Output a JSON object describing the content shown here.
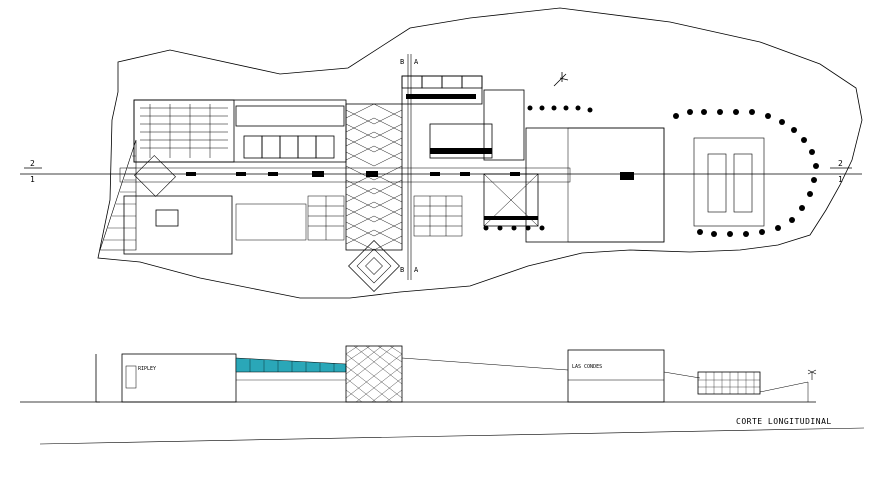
{
  "plan": {
    "section_marker_left_top": "2",
    "section_marker_left_bottom": "1",
    "section_marker_right_top": "2",
    "section_marker_right_bottom": "1",
    "cut_top_b": "B",
    "cut_top_a": "A",
    "cut_bottom_b": "B",
    "cut_bottom_a": "A"
  },
  "section": {
    "title": "CORTE LONGITUDINAL",
    "building_left_label": "RIPLEY",
    "building_right_label": "LAS CONDES"
  },
  "colors": {
    "line": "#000000",
    "glass": "#2aa7b8",
    "background": "#ffffff"
  }
}
